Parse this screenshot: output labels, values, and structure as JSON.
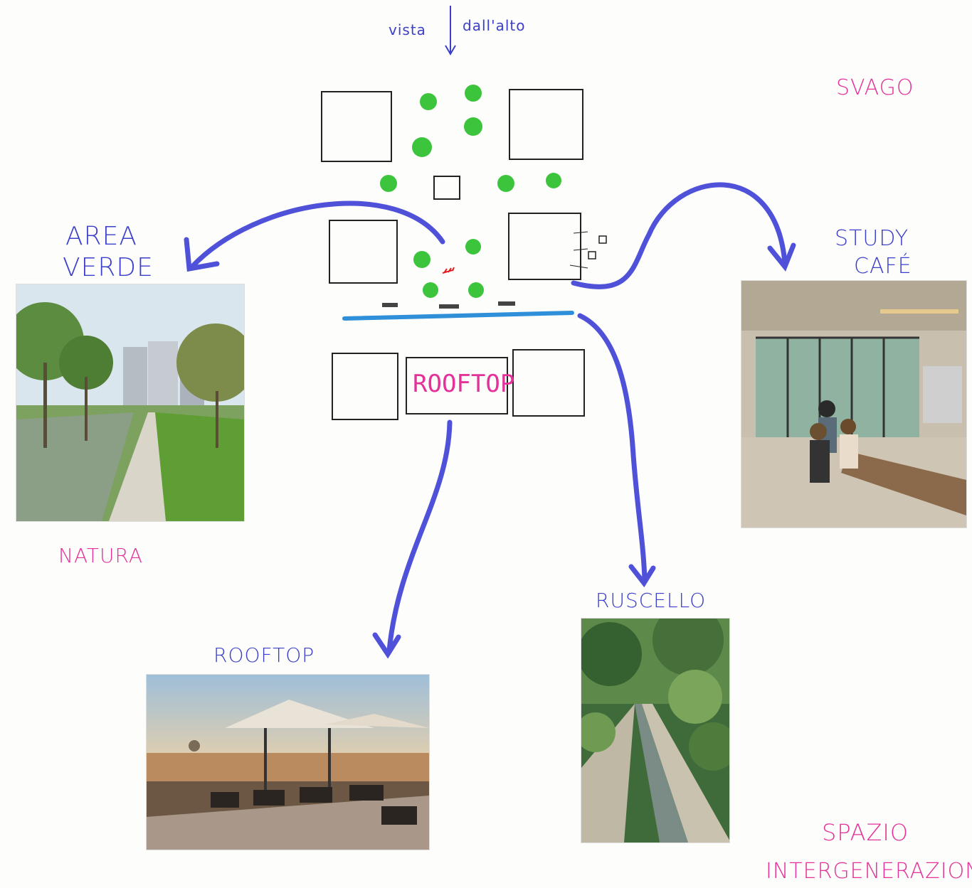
{
  "header": {
    "view_label_left": "vista",
    "view_label_right": "dall'alto"
  },
  "labels": {
    "svago": "SVAGO",
    "area_verde_1": "AREA",
    "area_verde_2": "VERDE",
    "study_cafe_1": "STUDY",
    "study_cafe_2": "CAFÉ",
    "natura": "NATURA",
    "rooftop_plan": "ROOFTOP",
    "rooftop_photo": "ROOFTOP",
    "ruscello": "RUSCELLO",
    "spazio": "SPAZIO",
    "intergenerazionale": "INTERGENERAZION"
  },
  "icons": {
    "picnic_marker": "picnic-table-icon",
    "cafe_tables": "cafe-table-icon",
    "benches": "bench-icon"
  },
  "colors": {
    "ink_blue": "#3b3fc9",
    "ink_pink": "#e4329a",
    "tree_green": "#3cc43c",
    "stream_blue": "#2f8fd8"
  }
}
